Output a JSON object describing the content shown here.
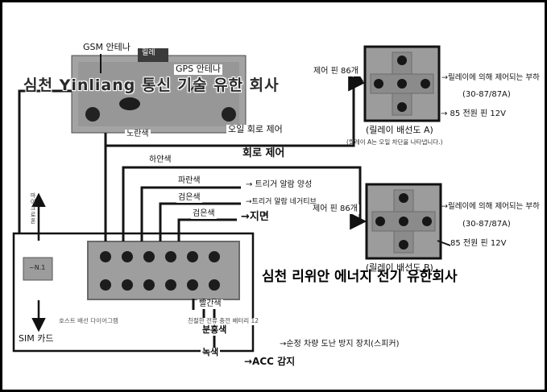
{
  "titles": {
    "top": "심천 Yinliang 통신 기술 유한 회사",
    "bottom": "심천 리위안 에너지 전기 유한회사"
  },
  "device": {
    "gsm_antenna": "GSM 안테나",
    "relay_tag": "릴레",
    "gps_antenna": "GPS 안테나",
    "oil_circuit": "오일 회로 제어",
    "yellow": "노란색"
  },
  "wires": {
    "circuit_control": "회로 제어",
    "white": "하얀색",
    "blue": "파란색",
    "trigger_positive": "→ 트리거 알람 양성",
    "black_1": "검은색",
    "trigger_negative": "→트리거 알람 네거티브",
    "black_2": "검은색",
    "ground": "→지면",
    "red": "빨간색",
    "battery_note": "친절한 전류 충전 배터리 12",
    "pink": "분홍색",
    "speaker": "→순정 차량 도난 방지 장치(스피커)",
    "green": "녹색",
    "acc": "→ACC 감지"
  },
  "relay_a": {
    "control_pin": "제어 핀 86개",
    "caption": "(릴레이 배선도 A)",
    "note": "(릴레이 A는 오일 차단을 나타냅니다.)",
    "load_line1": "→릴레이에 의해 제어되는 부하",
    "load_line2": "(30-87/87A)",
    "power": "→ 85 전원 핀 12V"
  },
  "relay_b": {
    "control_pin": "제어 핀 86개",
    "caption": "(릴레이 배선도 B)",
    "load_line1": "→릴레이에 의해 제어되는 부하",
    "load_line2": "(30-87/87A)",
    "power": "85 전원 핀 12V"
  },
  "bottom_left": {
    "module_tag": "~N.1",
    "mic": "마이크로폰",
    "sim": "SIM 카드",
    "host_note": "호스트 배선 다이어그램"
  }
}
